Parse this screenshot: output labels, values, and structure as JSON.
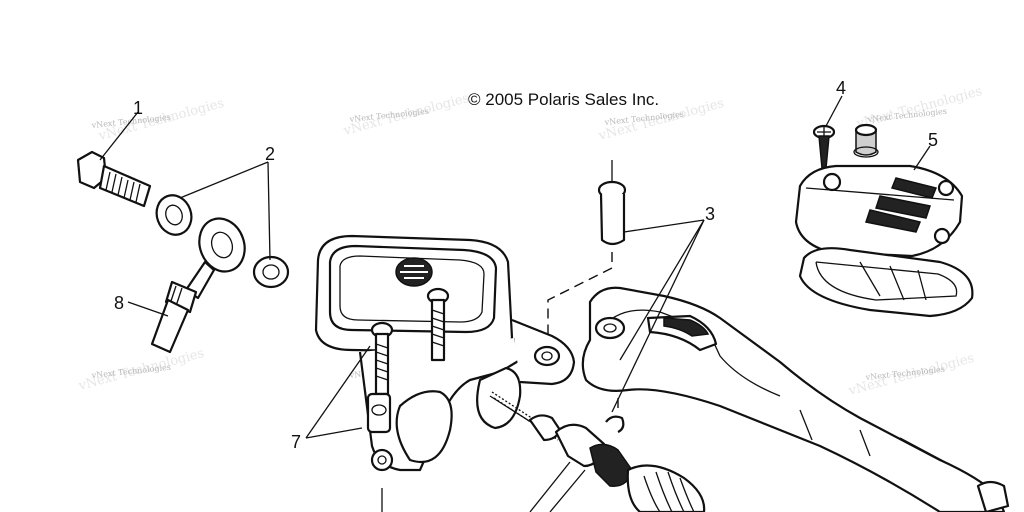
{
  "copyright": "© 2005 Polaris Sales Inc.",
  "watermark": "vNext Technologies",
  "callouts": [
    "1",
    "2",
    "3",
    "4",
    "5",
    "7",
    "8"
  ]
}
